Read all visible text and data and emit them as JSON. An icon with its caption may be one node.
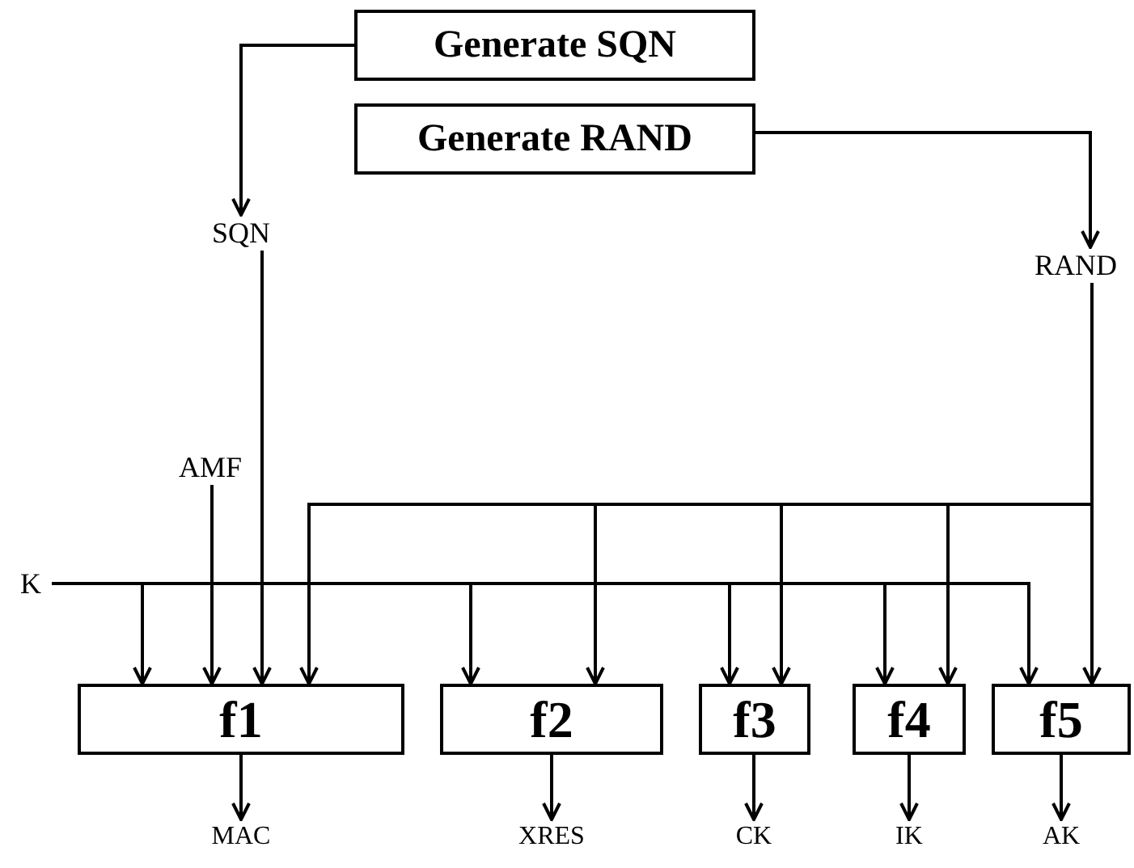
{
  "diagram": {
    "nodes": [
      {
        "text": [
          "Generate SQN"
        ]
      },
      {
        "text": [
          "Generate RAND"
        ]
      },
      {
        "text": [
          "SQN"
        ]
      },
      {
        "text": [
          "RAND"
        ]
      },
      {
        "text": [
          "AMF"
        ]
      },
      {
        "text": [
          "K"
        ]
      },
      {
        "text": [
          "f1"
        ]
      },
      {
        "text": [
          "f2"
        ]
      },
      {
        "text": [
          "f3"
        ]
      },
      {
        "text": [
          "f4"
        ]
      },
      {
        "text": [
          "f5"
        ]
      },
      {
        "text": [
          "MAC"
        ]
      },
      {
        "text": [
          "XRES"
        ]
      },
      {
        "text": [
          "CK"
        ]
      },
      {
        "text": [
          "IK"
        ]
      },
      {
        "text": [
          "AK"
        ]
      }
    ],
    "edges": [
      {
        "from": 0,
        "to": 2,
        "arrow": "to"
      },
      {
        "from": 1,
        "to": 3,
        "arrow": "to"
      },
      {
        "from": 5,
        "to": 6,
        "arrow": "to"
      },
      {
        "from": 4,
        "to": 6,
        "arrow": "to"
      },
      {
        "from": 2,
        "to": 6,
        "arrow": "to"
      },
      {
        "from": 3,
        "to": 6,
        "arrow": "to"
      },
      {
        "from": 5,
        "to": 7,
        "arrow": "to"
      },
      {
        "from": 3,
        "to": 7,
        "arrow": "to"
      },
      {
        "from": 5,
        "to": 8,
        "arrow": "to"
      },
      {
        "from": 3,
        "to": 8,
        "arrow": "to"
      },
      {
        "from": 5,
        "to": 9,
        "arrow": "to"
      },
      {
        "from": 3,
        "to": 9,
        "arrow": "to"
      },
      {
        "from": 5,
        "to": 10,
        "arrow": "to"
      },
      {
        "from": 3,
        "to": 10,
        "arrow": "to"
      },
      {
        "from": 6,
        "to": 11,
        "arrow": "to"
      },
      {
        "from": 7,
        "to": 12,
        "arrow": "to"
      },
      {
        "from": 8,
        "to": 13,
        "arrow": "to"
      },
      {
        "from": 9,
        "to": 14,
        "arrow": "to"
      },
      {
        "from": 10,
        "to": 15,
        "arrow": "to"
      }
    ]
  }
}
